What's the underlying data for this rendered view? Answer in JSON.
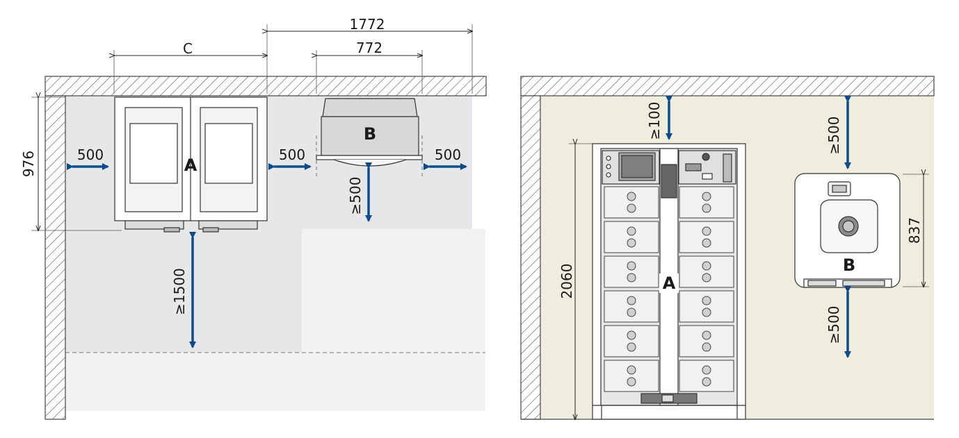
{
  "top_view": {
    "dim_total_width": "1772",
    "dim_b_width": "772",
    "dim_a_width": "C",
    "dim_depth": "976",
    "clear_left_a": "500",
    "clear_right_a": "500",
    "clear_right_b": "500",
    "clear_front_b": "≥500",
    "clear_front_a": "≥1500",
    "label_a": "A",
    "label_b": "B"
  },
  "front_view": {
    "clear_top_a": "≥100",
    "dim_height_a": "2060",
    "clear_top_b": "≥500",
    "clear_bottom_b": "≥500",
    "dim_height_b": "837",
    "label_a": "A",
    "label_b": "B"
  },
  "colors": {
    "arrow": "#0d4b8a",
    "wall_fill": "#efeede",
    "floor_zone": "#e6e7e8",
    "floor_zone_light": "#f4f4f4"
  }
}
